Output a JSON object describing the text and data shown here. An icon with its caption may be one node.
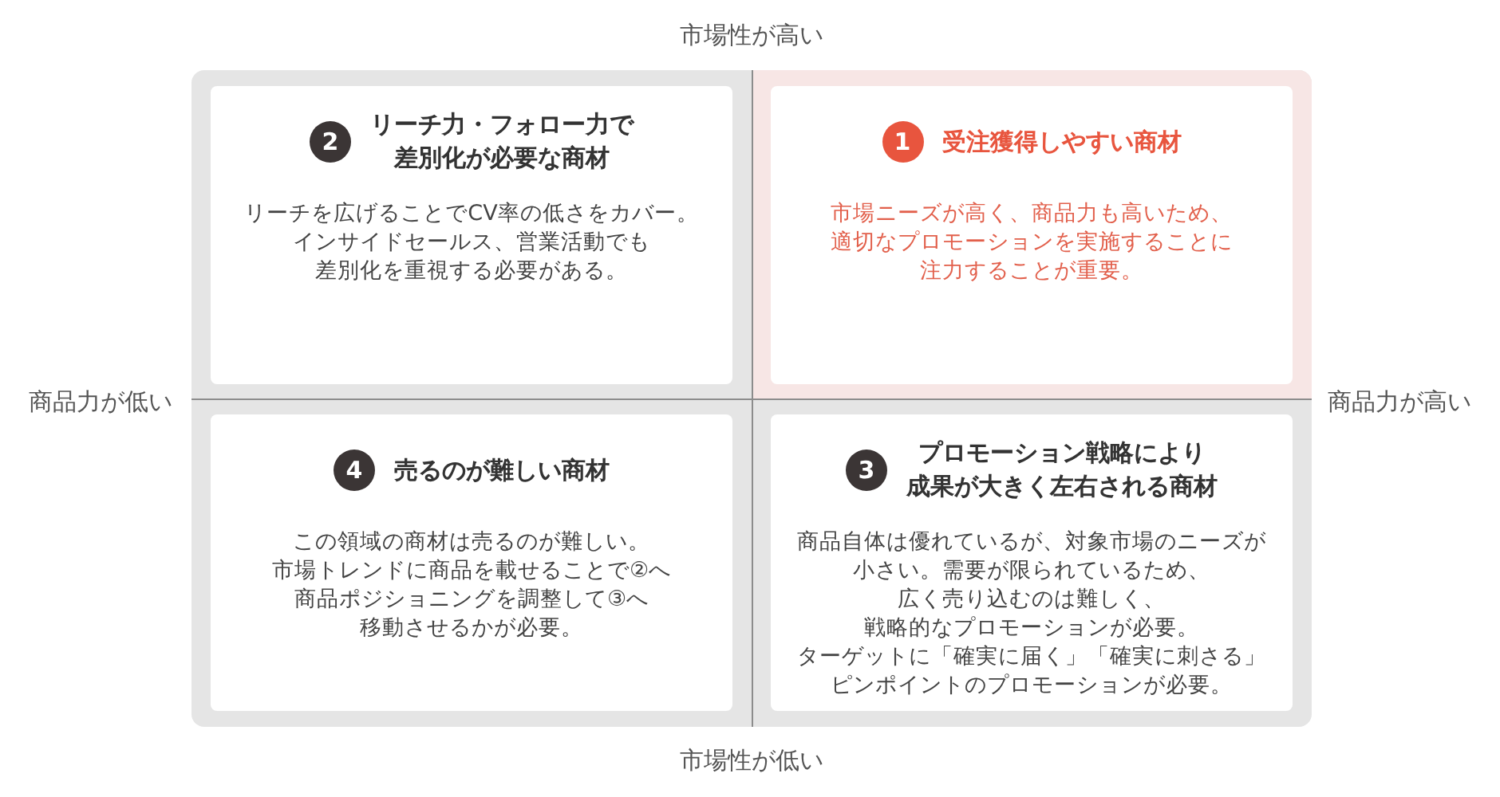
{
  "diagram": {
    "nodes": [
      {
        "text": [
          "2",
          "リーチ力・フォロー力で差別化が必要な商材",
          "リーチを広げることでCV率の低さをカバー。インサイドセールス、営業活動でも差別化を重視する必要がある。"
        ]
      },
      {
        "text": [
          "1",
          "受注獲得しやすい商材",
          "市場ニーズが高く、商品力も高いため、適切なプロモーションを実施することに注力することが重要。"
        ]
      },
      {
        "text": [
          "4",
          "売るのが難しい商材",
          "この領域の商材は売るのが難しい。市場トレンドに商品を載せることで②へ商品ポジショニングを調整して③へ移動させるかが必要。"
        ]
      },
      {
        "text": [
          "3",
          "プロモーション戦略により成果が大きく左右される商材",
          "商品自体は優れているが、対象市場のニーズが小さい。需要が限られているため、広く売り込むのは難しく、戦略的なプロモーションが必要。ターゲットに「確実に届く」「確実に刺さる」ピンポイントのプロモーションが必要。"
        ]
      }
    ],
    "labels": [
      "市場性が高い",
      "商品力が低い",
      "商品力が高い",
      "市場性が低い"
    ]
  }
}
